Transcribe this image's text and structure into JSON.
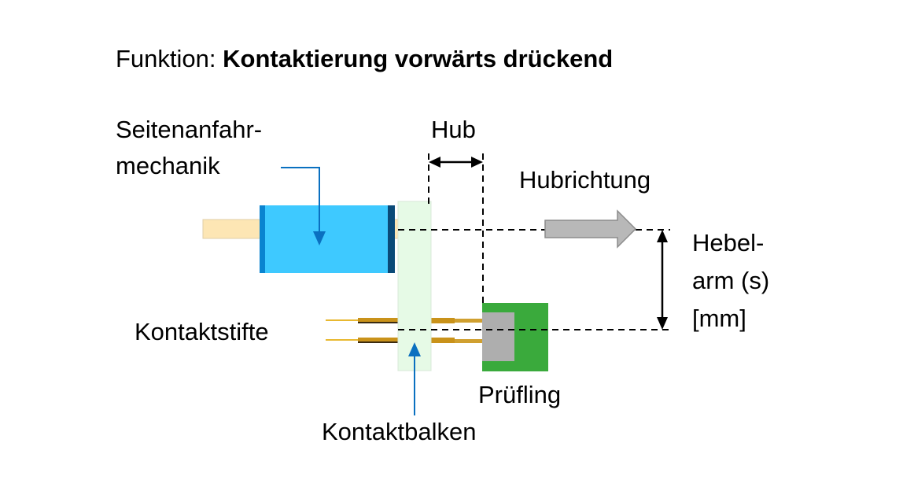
{
  "title": {
    "prefix": "Funktion: ",
    "bold": "Kontaktierung vorwärts drückend"
  },
  "labels": {
    "mechanism_line1": "Seitenanfahr-",
    "mechanism_line2": "mechanik",
    "stroke": "Hub",
    "stroke_direction": "Hubrichtung",
    "lever_line1": "Hebel-",
    "lever_line2": "arm (s)",
    "lever_line3": "[mm]",
    "pins": "Kontaktstifte",
    "dut": "Prüfling",
    "beam": "Kontaktbalken"
  },
  "colors": {
    "cylinder": "#3ec9ff",
    "cylinder_end_left": "#0a84d0",
    "cylinder_end_right": "#0a4a78",
    "rod": "#fde6b4",
    "beam": "#e6fae6",
    "dut_board": "#3aaa3c",
    "dut_chip": "#aeaeae",
    "pointer": "#0a70c0",
    "arrow_gray": "#b8b8b8",
    "pin_gold": "#d8a020"
  }
}
